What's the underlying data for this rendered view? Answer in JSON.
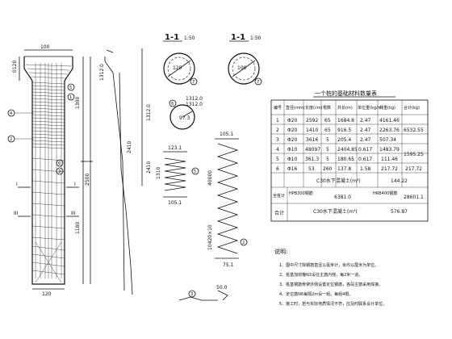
{
  "section_titles": {
    "left": "1-1",
    "left_scale": "1:50",
    "right": "1-1",
    "right_scale": "1:50"
  },
  "pile_elevation": {
    "top_width": "100",
    "bottom_width": "120",
    "dim_upper": "1300",
    "dim_lower": "1180",
    "dim_total": "2500",
    "dim_top_small": "0120",
    "marker_I": "I",
    "marker_III": "III"
  },
  "section_dims": {
    "inner_a": "120",
    "inner_b": "100",
    "diameter": "97.3",
    "detail_top": "1312.0",
    "detail_bottom": "1312.0"
  },
  "rebar_dims": {
    "long_bar_upper": "1312.0",
    "long_bar_lower": "2410",
    "stirrup_width": "123.1",
    "stirrup_height": "1310",
    "stirrup_base": "105.1",
    "spiral_top": "105.1",
    "spiral_count": "40000",
    "spiral_label": "10420×10",
    "spiral_base": "75.1",
    "hook_label": "50.0"
  },
  "callouts": [
    "4",
    "5",
    "1",
    "2",
    "3",
    "6",
    "7",
    "7",
    "6",
    "5",
    "2",
    "3"
  ],
  "table": {
    "title": "一个桩的基础材料数量表",
    "headers": [
      "编号",
      "直径(mm)",
      "长度(cm)",
      "根数",
      "共长(m)",
      "单位重(kg/m)",
      "共重(kg)",
      "合计(kg)"
    ],
    "rows": [
      [
        "1",
        "Φ20",
        "2592",
        "65",
        "1684.8",
        "2.47",
        "4161.46",
        ""
      ],
      [
        "2",
        "Φ20",
        "1410",
        "65",
        "916.5",
        "2.47",
        "2263.76",
        "6532.55"
      ],
      [
        "3",
        "Φ20",
        "3616",
        "5",
        "205.4",
        "2.47",
        "507.34",
        ""
      ],
      [
        "4",
        "Φ10",
        "48097",
        "5",
        "2404.85",
        "0.617",
        "1483.79",
        ""
      ],
      [
        "5",
        "Φ10",
        "361.3",
        "5",
        "180.65",
        "0.617",
        "111.46",
        "1595.25"
      ],
      [
        "6",
        "Φ16",
        "53",
        "260",
        "137.8",
        "1.58",
        "217.72",
        "217.72"
      ]
    ],
    "concrete_row": [
      "",
      "C30水下混凝土(m³)",
      "",
      "144.22"
    ],
    "total_row": [
      "全桩计",
      "HPB300钢筋",
      "6381.0",
      "HRB400钢筋",
      "28601.1"
    ],
    "sum_row": [
      "合计",
      "C30水下混凝土(m³)",
      "576.87"
    ]
  },
  "notes": {
    "heading": "说明:",
    "items": [
      "1、图中尺寸除钢筋直径以毫米计，余均以厘米为单位。",
      "2、桩基加劲箍N3设在主筋内侧，每2米一道。",
      "3、桩基钢筋骨架外侧设置定位钢筋，各段主筋采用焊接。",
      "4、定位筋N6每隔2m设一组，每组4根。",
      "5、施工时，若与实际地质情况不符，应及时联系设计单位。"
    ]
  }
}
